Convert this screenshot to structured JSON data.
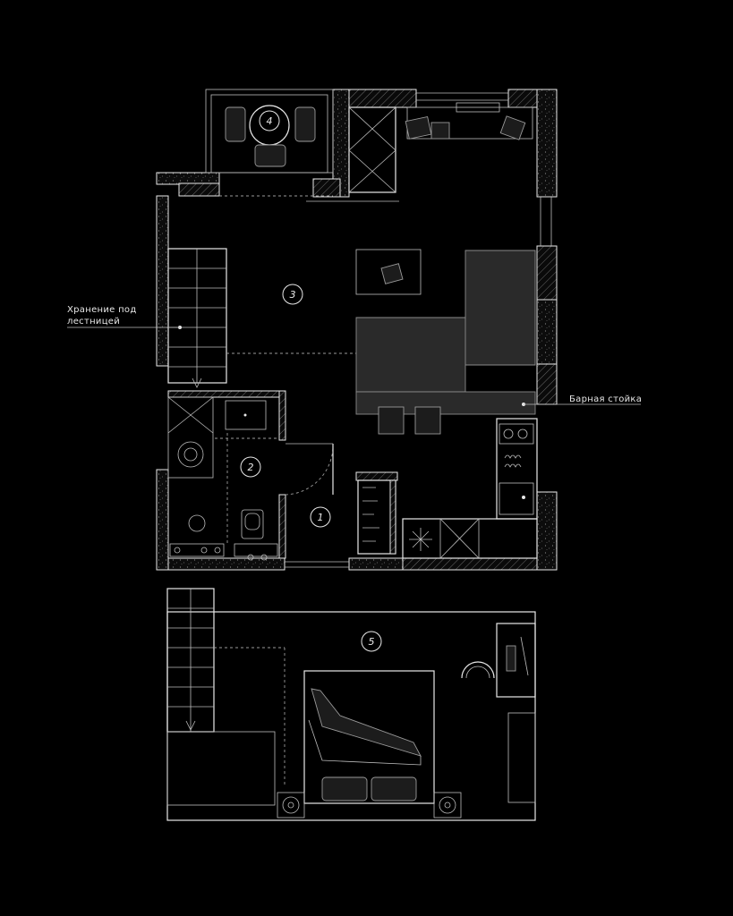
{
  "annotations": {
    "storage_under_stairs_line1": "Хранение под",
    "storage_under_stairs_line2": "лестницей",
    "bar_counter": "Барная стойка"
  },
  "rooms": {
    "r1": "1",
    "r2": "2",
    "r3": "3",
    "r4": "4",
    "r5": "5"
  },
  "colors": {
    "background": "#000000",
    "line": "#e8e8e8",
    "furniture_fill": "#2a2a2a"
  }
}
